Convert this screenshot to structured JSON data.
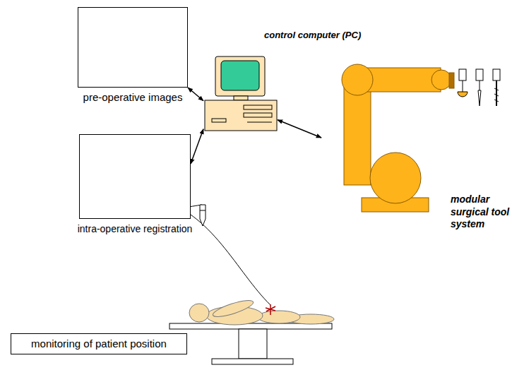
{
  "diagram": {
    "nodes": [
      {
        "text": [
          "pre-operative images"
        ]
      },
      {
        "text": [
          "control computer (PC)"
        ]
      },
      {
        "text": [
          "intra-operative registration"
        ]
      },
      {
        "text": [
          "modular surgical tool system"
        ]
      },
      {
        "text": [
          "monitoring of patient position"
        ]
      }
    ],
    "edges": [
      {
        "from": 0,
        "to": 1,
        "arrow": "both"
      },
      {
        "from": 2,
        "to": 1,
        "arrow": "both"
      },
      {
        "from": 1,
        "to": 3,
        "arrow": "both"
      }
    ]
  }
}
